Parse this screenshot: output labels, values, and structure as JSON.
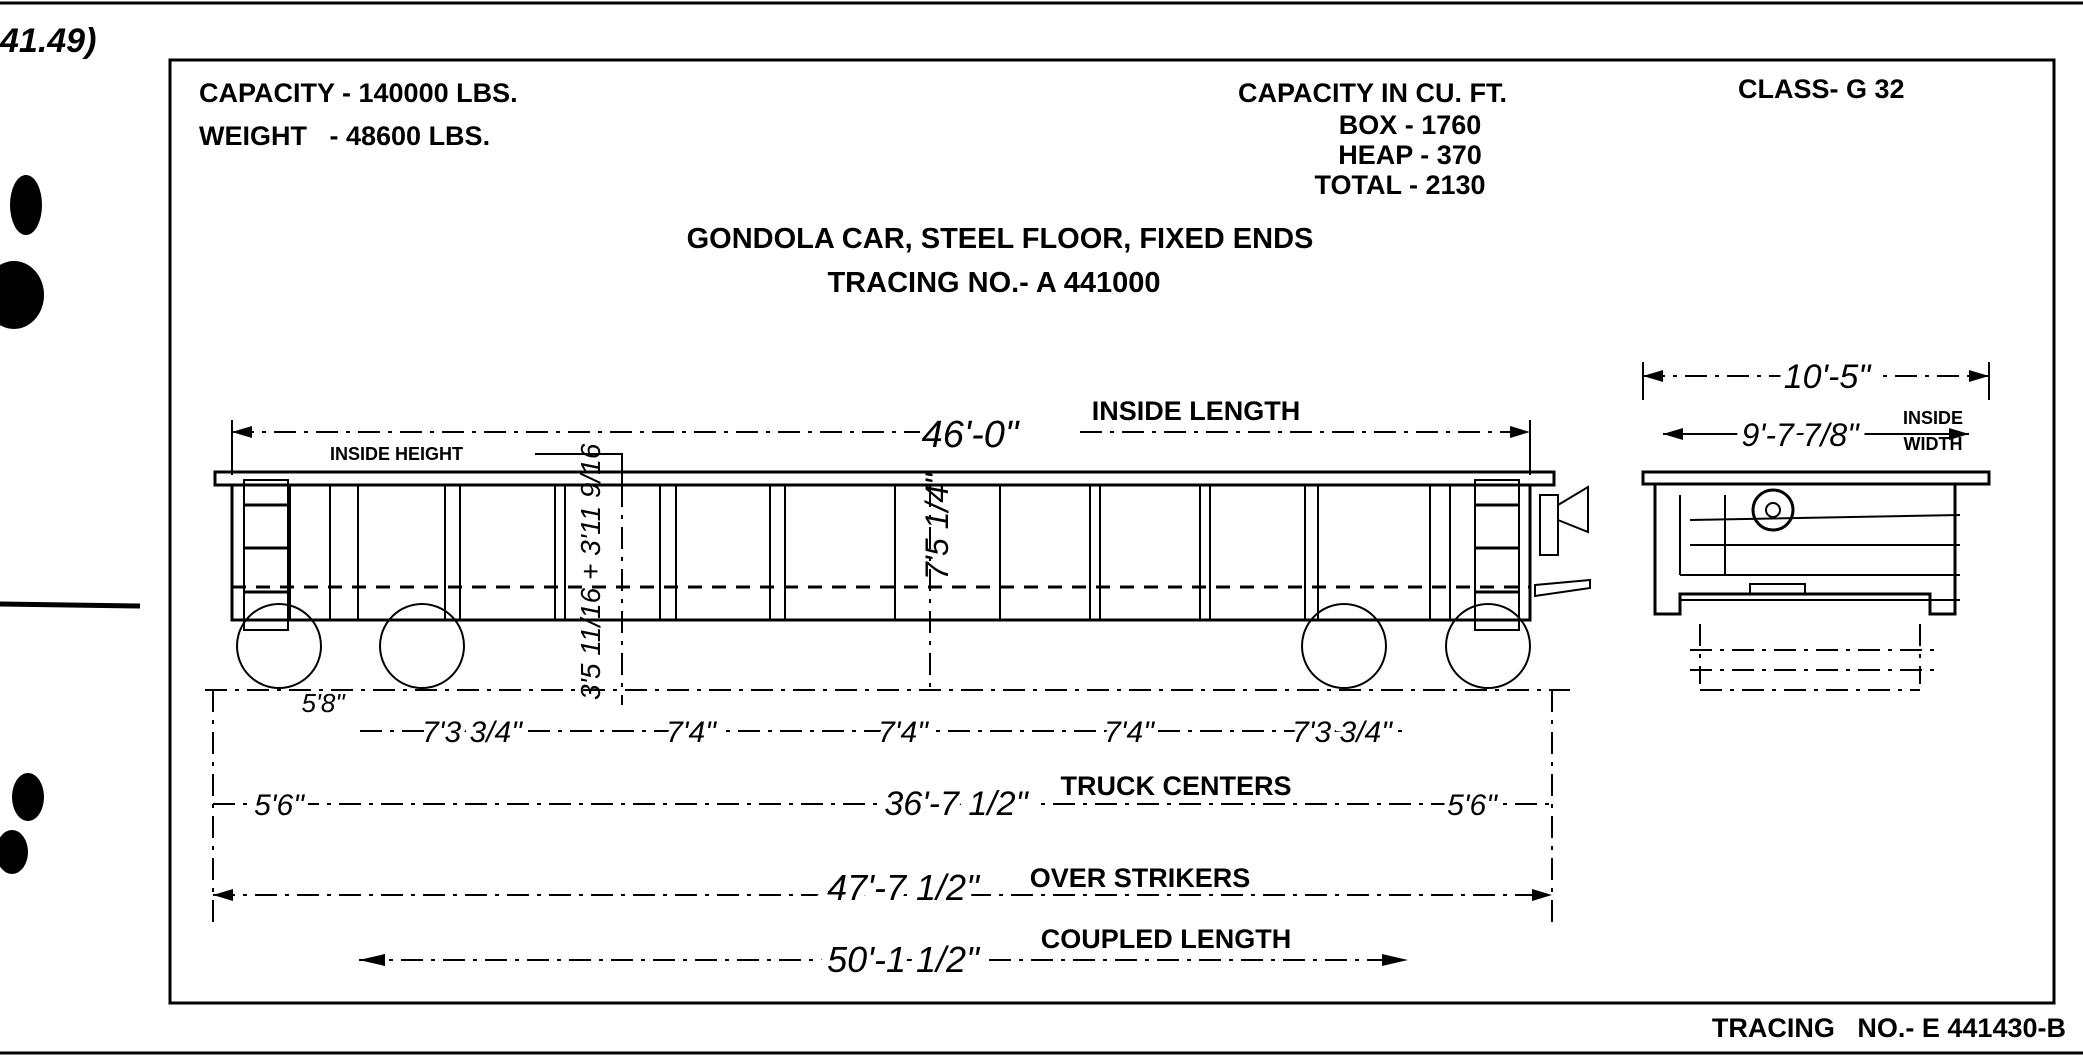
{
  "corner_note": "41.49)",
  "specs": {
    "capacity": "CAPACITY - 140000 LBS.",
    "weight": "WEIGHT   - 48600 LBS.",
    "cu_ft_title": "CAPACITY IN CU. FT.",
    "box": "BOX - 1760",
    "heap": "HEAP - 370",
    "total": "TOTAL - 2130",
    "class": "CLASS- G 32"
  },
  "title": {
    "line1": "GONDOLA CAR, STEEL FLOOR, FIXED ENDS",
    "line2": "TRACING NO.- A 441000"
  },
  "side_view": {
    "inside_length": "46'-0\"",
    "inside_length_label": "INSIDE LENGTH",
    "inside_height_label": "INSIDE HEIGHT",
    "height_side": "3'5 11/16 + 3'11 9/16",
    "height_center": "7'5 1/4\"",
    "spacing": [
      "5'8\"",
      "7'3 3/4\"",
      "7'4\"",
      "7'4\"",
      "7'4\"",
      "7'3 3/4\""
    ],
    "end_offset_left": "5'6\"",
    "truck_centers": "36'-7 1/2\"",
    "truck_centers_label": "TRUCK CENTERS",
    "end_offset_right": "5'6\"",
    "over_strikers": "47'-7 1/2\"",
    "over_strikers_label": "OVER STRIKERS",
    "coupled_length": "50'-1 1/2\"",
    "coupled_length_label": "COUPLED LENGTH"
  },
  "end_view": {
    "width": "10'-5\"",
    "inside_width": "9'-7 7/8\"",
    "inside_label": "INSIDE",
    "width_label": "WIDTH"
  },
  "footer": {
    "tracing": "TRACING   NO.- E 441430-B"
  }
}
